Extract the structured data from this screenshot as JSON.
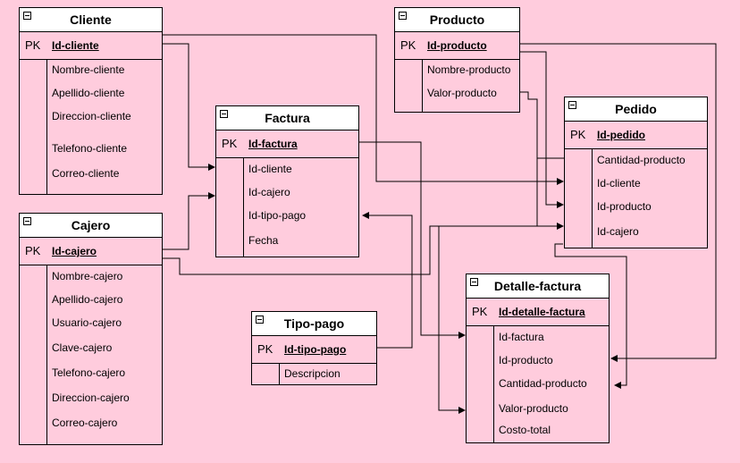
{
  "pk_label": "PK",
  "entities": {
    "cliente": {
      "title": "Cliente",
      "pk": "Id-cliente",
      "attrs": [
        "Nombre-cliente",
        "Apellido-cliente",
        "Direccion-cliente",
        "Telefono-cliente",
        "Correo-cliente"
      ]
    },
    "producto": {
      "title": "Producto",
      "pk": "Id-producto",
      "attrs": [
        "Nombre-producto",
        "Valor-producto"
      ]
    },
    "factura": {
      "title": "Factura",
      "pk": "Id-factura",
      "attrs": [
        "Id-cliente",
        "Id-cajero",
        "Id-tipo-pago",
        "Fecha"
      ]
    },
    "pedido": {
      "title": "Pedido",
      "pk": "Id-pedido",
      "attrs": [
        "Cantidad-producto",
        "Id-cliente",
        "Id-producto",
        "Id-cajero"
      ]
    },
    "cajero": {
      "title": "Cajero",
      "pk": "Id-cajero",
      "attrs": [
        "Nombre-cajero",
        "Apellido-cajero",
        "Usuario-cajero",
        "Clave-cajero",
        "Telefono-cajero",
        "Direccion-cajero",
        "Correo-cajero"
      ]
    },
    "tipo_pago": {
      "title": "Tipo-pago",
      "pk": "Id-tipo-pago",
      "attrs": [
        "Descripcion"
      ]
    },
    "detalle_factura": {
      "title": "Detalle-factura",
      "pk": "Id-detalle-factura",
      "attrs": [
        "Id-factura",
        "Id-producto",
        "Cantidad-producto",
        "Valor-producto",
        "Costo-total"
      ]
    }
  }
}
